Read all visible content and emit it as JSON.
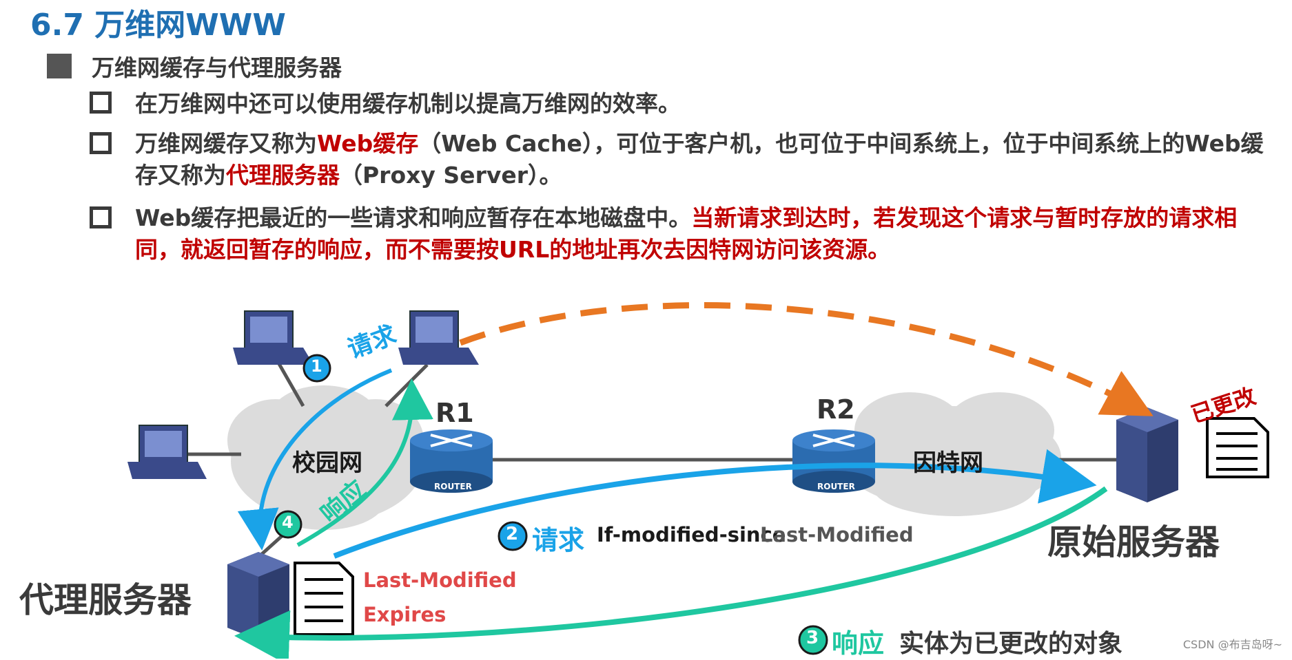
{
  "title": "6.7 万维网WWW",
  "section": "万维网缓存与代理服务器",
  "bullets": {
    "b1": "在万维网中还可以使用缓存机制以提高万维网的效率。",
    "b2_p1": "万维网缓存又称为",
    "b2_red1": "Web缓存",
    "b2_p2": "（Web Cache），可位于客户机，也可位于中间系统上，位于中间系统上的Web缓存又称为",
    "b2_red2": "代理服务器",
    "b2_p3": "（Proxy Server）。",
    "b3_p1": "Web缓存把最近的一些请求和响应暂存在本地磁盘中。",
    "b3_red": "当新请求到达时，若发现这个请求与暂时存放的请求相同，就返回暂存的响应，而不需要按URL的地址再次去因特网访问该资源。"
  },
  "diagram": {
    "campus_label": "校园网",
    "internet_label": "因特网",
    "r1_label": "R1",
    "r2_label": "R2",
    "router_text": "ROUTER",
    "proxy_label": "代理服务器",
    "origin_label": "原始服务器",
    "changed_label": "已更改",
    "step1_num": "1",
    "step1_label": "请求",
    "step2_num": "2",
    "step2_label": "请求",
    "step2_header1": "If-modified-since",
    "step2_header2": "Last-Modified",
    "step3_num": "3",
    "step3_label": "响应",
    "step3_desc": "实体为已更改的对象",
    "step4_num": "4",
    "step4_label": "响应",
    "doc_field1": "Last-Modified",
    "doc_field2": "Expires"
  },
  "colors": {
    "title": "#1f6fb2",
    "red": "#c00000",
    "cyan": "#1aa3e8",
    "teal": "#1fc7a0",
    "orange": "#e87722",
    "router": "#2b6cb0"
  },
  "watermark": "CSDN @布吉岛呀~"
}
